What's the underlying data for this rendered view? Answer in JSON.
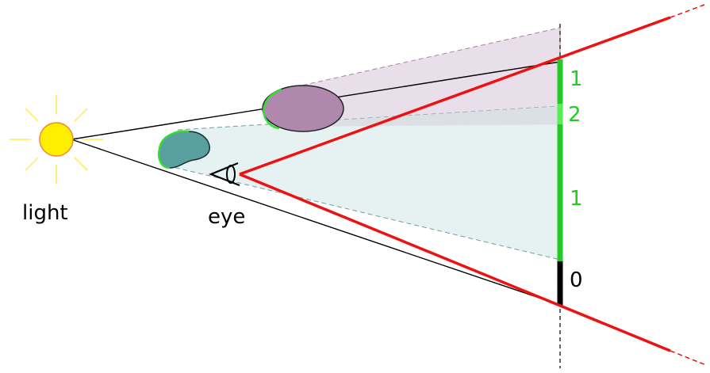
{
  "labels": {
    "light": "light",
    "eye": "eye"
  },
  "depth_counts": [
    {
      "value": "1",
      "color": "#22cc22"
    },
    {
      "value": "2",
      "color": "#22cc22"
    },
    {
      "value": "1",
      "color": "#22cc22"
    },
    {
      "value": "0",
      "color": "#000000"
    }
  ],
  "colors": {
    "view_frustum": "#ee1111",
    "shadow_volume_near": "#e3f1f1",
    "shadow_volume_far": "#e9dfea",
    "occluder_near": "#5a9f9f",
    "occluder_far": "#b088ad",
    "light_core": "#ffee00",
    "light_rays": "#ffee66",
    "lit_edge": "#33dd33",
    "count_green": "#22cc22",
    "count_black": "#000000"
  }
}
